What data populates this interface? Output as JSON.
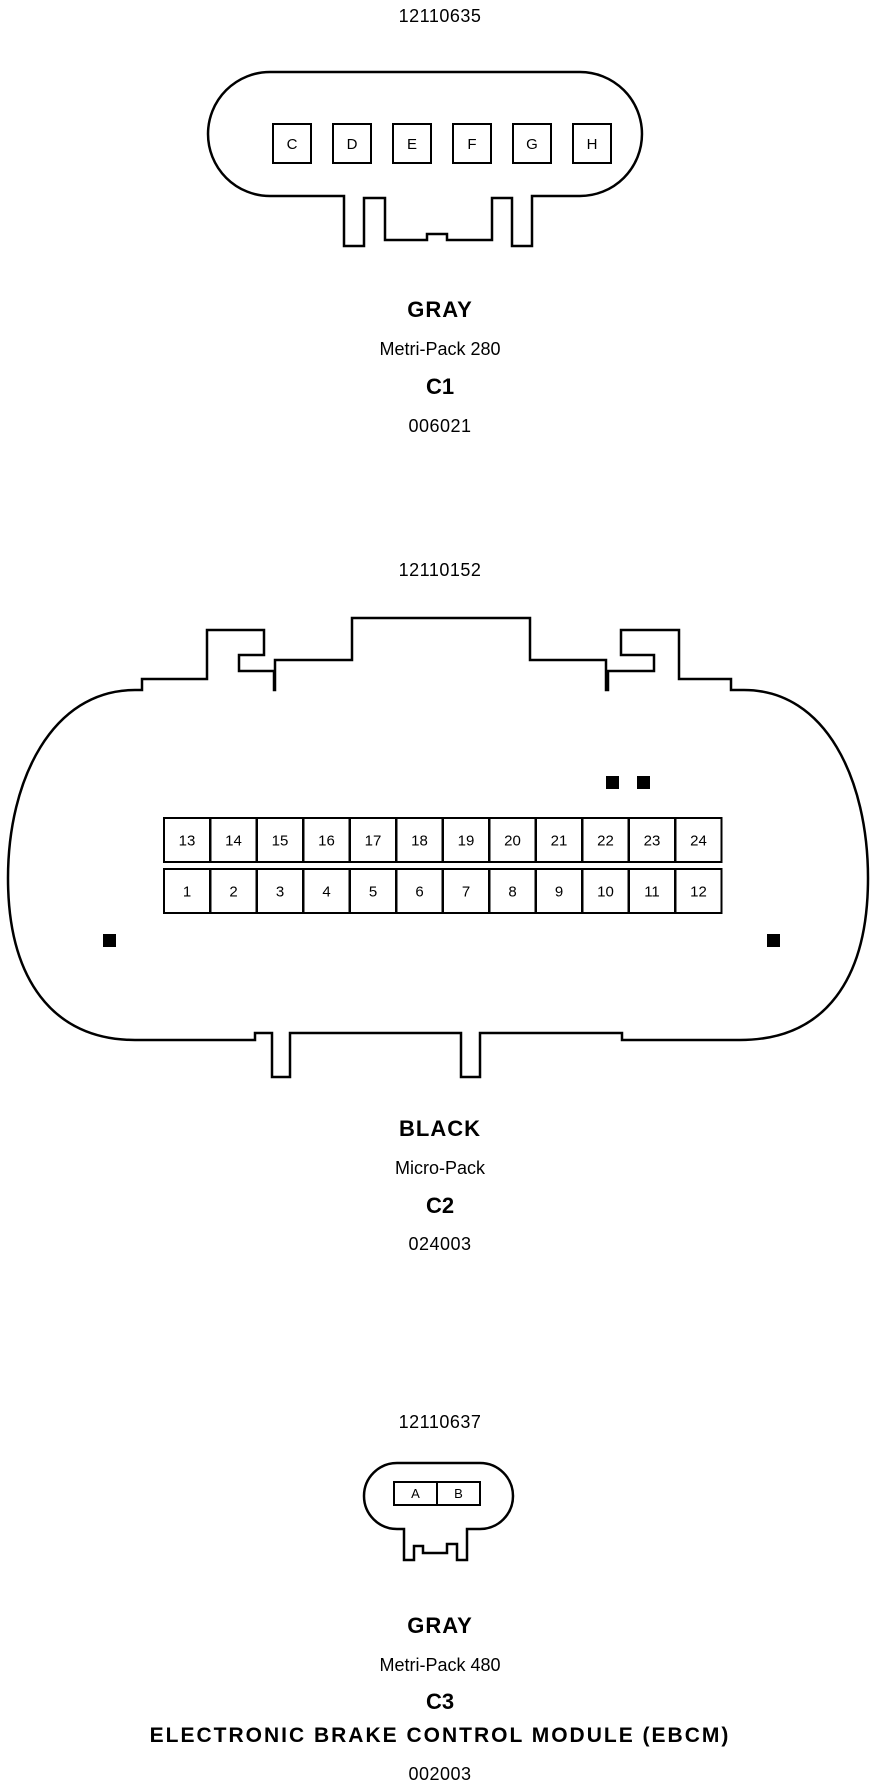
{
  "connectors": [
    {
      "part_number": "12110635",
      "color": "GRAY",
      "family": "Metri-Pack 280",
      "id": "C1",
      "code": "006021",
      "pins": [
        "C",
        "D",
        "E",
        "F",
        "G",
        "H"
      ]
    },
    {
      "part_number": "12110152",
      "color": "BLACK",
      "family": "Micro-Pack",
      "id": "C2",
      "code": "024003",
      "pins_top": [
        "13",
        "14",
        "15",
        "16",
        "17",
        "18",
        "19",
        "20",
        "21",
        "22",
        "23",
        "24"
      ],
      "pins_bottom": [
        "1",
        "2",
        "3",
        "4",
        "5",
        "6",
        "7",
        "8",
        "9",
        "10",
        "11",
        "12"
      ]
    },
    {
      "part_number": "12110637",
      "color": "GRAY",
      "family": "Metri-Pack 480",
      "id": "C3",
      "module": "ELECTRONIC BRAKE CONTROL MODULE (EBCM)",
      "code": "002003",
      "pins": [
        "A",
        "B"
      ]
    }
  ]
}
